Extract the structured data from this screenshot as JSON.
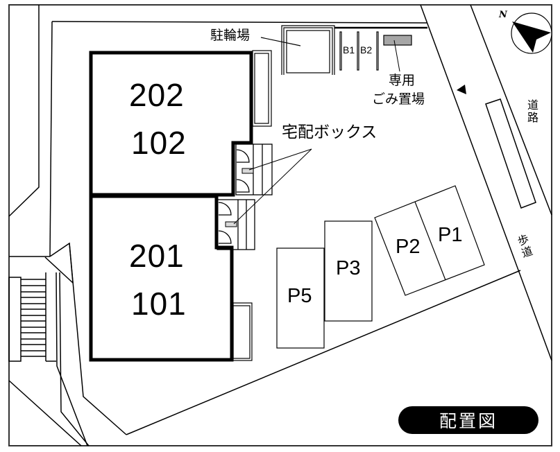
{
  "diagram": {
    "title": "配置図",
    "colors": {
      "line": "#000000",
      "background": "#ffffff",
      "trash_area_fill": "#a6a6a6",
      "delivery_box_fill": "#d9d9d9",
      "title_pill_bg": "#000000",
      "title_pill_text": "#ffffff"
    },
    "compass": {
      "label": "N",
      "icon": "north-arrow-icon"
    },
    "buildings": [
      {
        "id": "upper",
        "units": [
          "202",
          "102"
        ]
      },
      {
        "id": "lower",
        "units": [
          "201",
          "101"
        ]
      }
    ],
    "labels": {
      "bicycle_parking": "駐輪場",
      "delivery_box": "宅配ボックス",
      "trash_area_line1": "専用",
      "trash_area_line2": "ごみ置場",
      "road": "道路",
      "sidewalk": "歩道"
    },
    "bike_slots": [
      "B1",
      "B2"
    ],
    "parking_spaces": [
      "P1",
      "P2",
      "P3",
      "P5"
    ],
    "entrance_marker": "entrance-triangle-icon"
  }
}
